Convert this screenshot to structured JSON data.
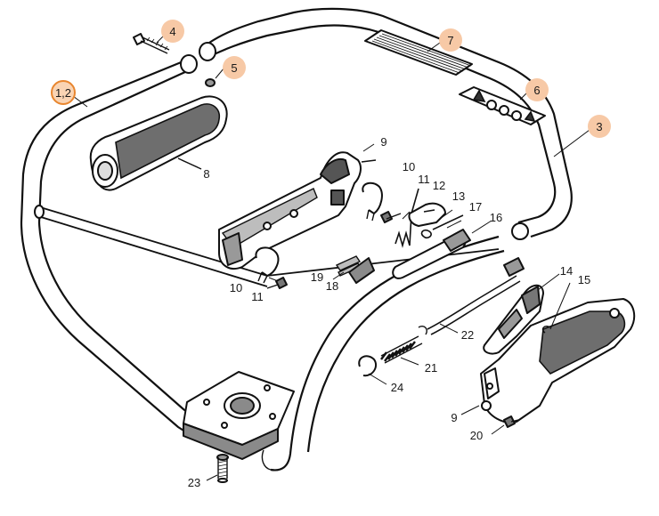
{
  "diagram": {
    "callouts": [
      {
        "id": "c4",
        "text": "4",
        "fill": "#f7c9a6",
        "stroke": "#f7c9a6"
      },
      {
        "id": "c5",
        "text": "5",
        "fill": "#f7c9a6",
        "stroke": "#f7c9a6"
      },
      {
        "id": "c7",
        "text": "7",
        "fill": "#f7c9a6",
        "stroke": "#f7c9a6"
      },
      {
        "id": "c6",
        "text": "6",
        "fill": "#f7c9a6",
        "stroke": "#f7c9a6"
      },
      {
        "id": "c3",
        "text": "3",
        "fill": "#f7c9a6",
        "stroke": "#f7c9a6"
      },
      {
        "id": "c2",
        "text": "1,2",
        "fill": "#f9d4b4",
        "stroke": "#e8862f"
      }
    ],
    "labels": {
      "l8": "8",
      "l9a": "9",
      "l10a": "10",
      "l11a": "11",
      "l12": "12",
      "l13": "13",
      "l17": "17",
      "l16": "16",
      "l10b": "10",
      "l11b": "11",
      "l19": "19",
      "l18": "18",
      "l14": "14",
      "l15": "15",
      "l22": "22",
      "l21": "21",
      "l24": "24",
      "l9b": "9",
      "l20": "20",
      "l23": "23"
    }
  }
}
